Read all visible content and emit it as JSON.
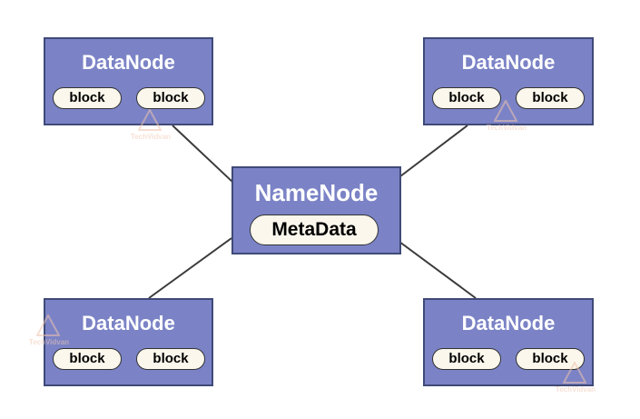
{
  "namenode": {
    "title": "NameNode",
    "metadata_label": "MetaData"
  },
  "datanodes": [
    {
      "title": "DataNode",
      "blocks": [
        "block",
        "block"
      ]
    },
    {
      "title": "DataNode",
      "blocks": [
        "block",
        "block"
      ]
    },
    {
      "title": "DataNode",
      "blocks": [
        "block",
        "block"
      ]
    },
    {
      "title": "DataNode",
      "blocks": [
        "block",
        "block"
      ]
    }
  ],
  "watermark": {
    "text": "TechVidvan"
  },
  "colors": {
    "node_fill": "#7b83c6",
    "node_border": "#3f4a78",
    "title_text": "#ffffff",
    "pill_fill": "#fbf7ec",
    "connector": "#3a3a3a"
  }
}
